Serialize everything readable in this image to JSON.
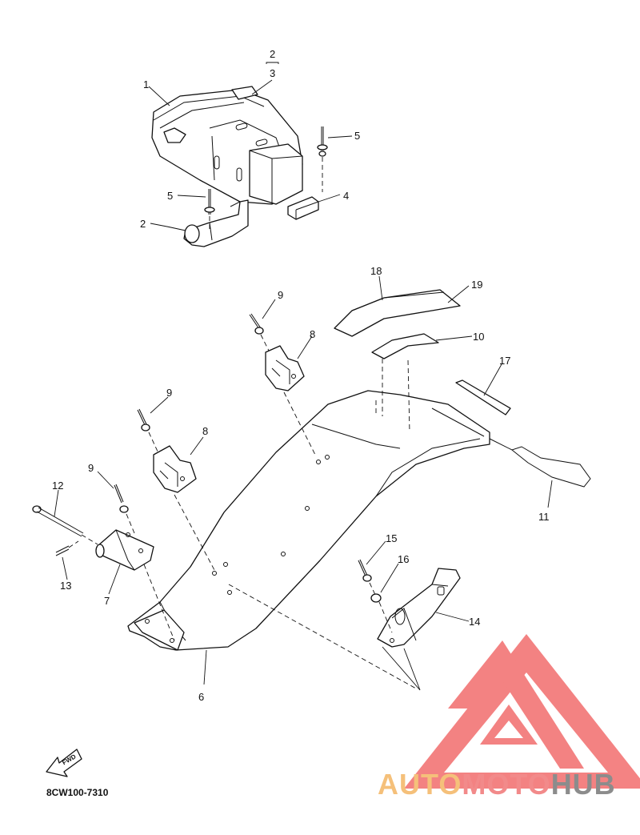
{
  "callouts": {
    "c1": "1",
    "c2a": "2",
    "c3": "3",
    "c2b": "2",
    "c4": "4",
    "c5a": "5",
    "c5b": "5",
    "c6": "6",
    "c7": "7",
    "c8a": "8",
    "c8b": "8",
    "c9a": "9",
    "c9b": "9",
    "c9c": "9",
    "c10": "10",
    "c11": "11",
    "c12": "12",
    "c13": "13",
    "c14": "14",
    "c15": "15",
    "c16": "16",
    "c17": "17",
    "c18": "18",
    "c19": "19"
  },
  "fwd_label": "FWD",
  "diagram_code": "8CW100-7310",
  "watermark": {
    "part1": "AUTO",
    "part2": "MOTO",
    "part3": "HUB",
    "colors": {
      "auto": "#f5c07a",
      "moto": "#f28a8a",
      "hub": "#8c8c8c",
      "logo": "#f26d6d"
    }
  }
}
